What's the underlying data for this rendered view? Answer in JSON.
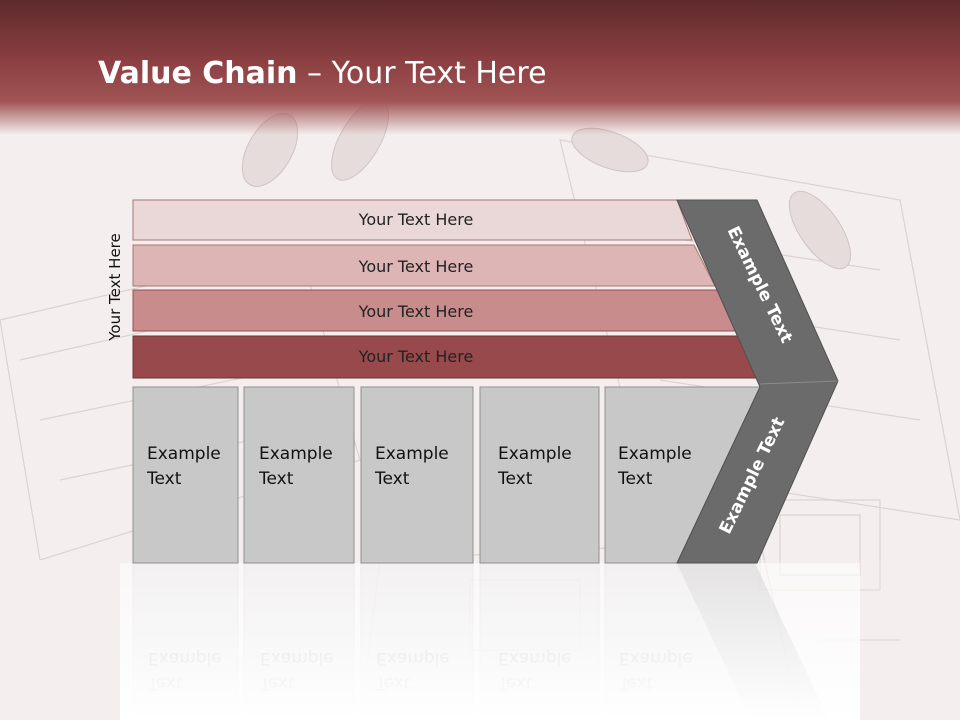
{
  "slide": {
    "title_bold": "Value Chain",
    "title_rest": " – Your Text Here",
    "vertical_label": "Your Text Here",
    "bars": [
      {
        "label": "Your Text Here",
        "color": "#ead8d8"
      },
      {
        "label": "Your Text Here",
        "color": "#ddb5b5"
      },
      {
        "label": "Your Text Here",
        "color": "#c98c8c"
      },
      {
        "label": "Your Text Here",
        "color": "#98494b"
      }
    ],
    "boxes": [
      {
        "line1": "Example",
        "line2": "Text"
      },
      {
        "line1": "Example",
        "line2": "Text"
      },
      {
        "line1": "Example",
        "line2": "Text"
      },
      {
        "line1": "Example",
        "line2": "Text"
      },
      {
        "line1": "Example",
        "line2": "Text"
      }
    ],
    "chevron_upper_label": "Example Text",
    "chevron_lower_label": "Example Text",
    "colors": {
      "header": "#8b3f41",
      "box_fill": "#c8c8c8",
      "chevron": "#6b6b6b"
    }
  }
}
